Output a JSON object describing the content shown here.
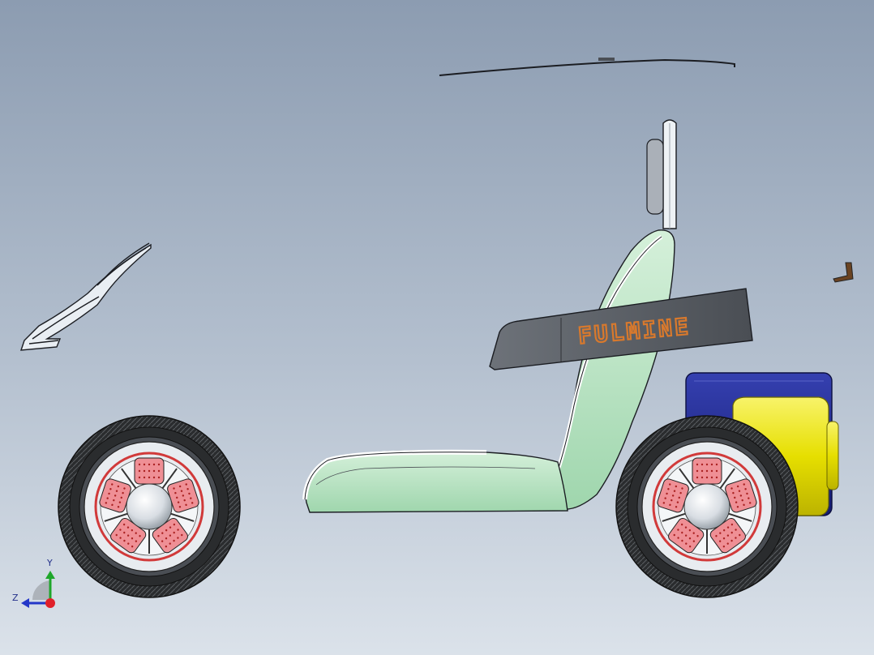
{
  "scene": {
    "brand_text": "FULMINE",
    "colors": {
      "bg_top": "#8c9cb1",
      "bg_bottom": "#dbe2ea",
      "tire": "#2a2c2e",
      "rim": "#e8ecf0",
      "wheel_pink": "#ef8f95",
      "seat_green": "#b5e2c0",
      "panel_dark": "#55595f",
      "brand_orange": "#d8792d",
      "battery_blue": "#1e258d",
      "motor_yellow": "#e8e200"
    }
  },
  "triad": {
    "y_label": "Y",
    "z_label": "Z",
    "x_color": "#e0202a",
    "y_color": "#1ea62a",
    "z_color": "#2437c8"
  }
}
